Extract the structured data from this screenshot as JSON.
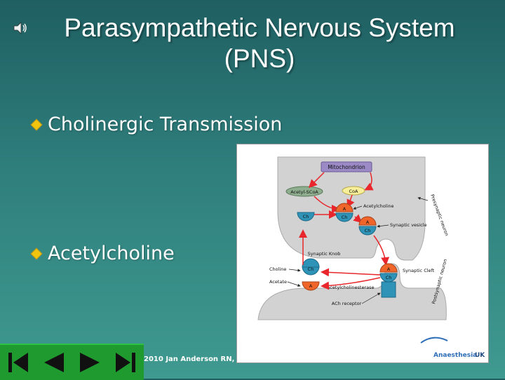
{
  "slide": {
    "title_line1": "Parasympathetic Nervous System",
    "title_line2": "(PNS)",
    "bullets": [
      "Cholinergic Transmission",
      "Acetylcholine"
    ],
    "footer": "2010 Jan Anderson RN,"
  },
  "diagram": {
    "mitochondrion": "Mitochondrion",
    "acetyl_scoa": "Acetyl-SCoA",
    "coa": "CoA",
    "acetylcholine": "Acetylcholine",
    "synaptic_vesicle": "Synaptic vesicle",
    "presynaptic_neuron": "Presynaptic neuron",
    "synaptic_knob": "Synaptic Knob",
    "choline": "Choline",
    "acetate": "Acetate",
    "acetylcholinesterase": "Acetylcholinesterase",
    "synaptic_cleft": "Synaptic Cleft",
    "postsynaptic_neuron": "Postsynaptic neuron",
    "ach_receptor": "ACh receptor",
    "ch": "Ch",
    "a": "A",
    "logo_main": "Anaesthesia",
    "logo_suffix": "UK"
  },
  "colors": {
    "accent_red": "#e8262b",
    "vesicle_blue": "#2f93b8",
    "acetyl_orange": "#f0662a",
    "mito_purple": "#9b8ac6",
    "coa_yellow": "#f7ee9a",
    "scoa_green": "#8fae8f",
    "nav_green": "#1f9a2f"
  },
  "nav": {
    "first": "first-icon",
    "prev": "prev-icon",
    "next": "next-icon",
    "last": "last-icon"
  }
}
